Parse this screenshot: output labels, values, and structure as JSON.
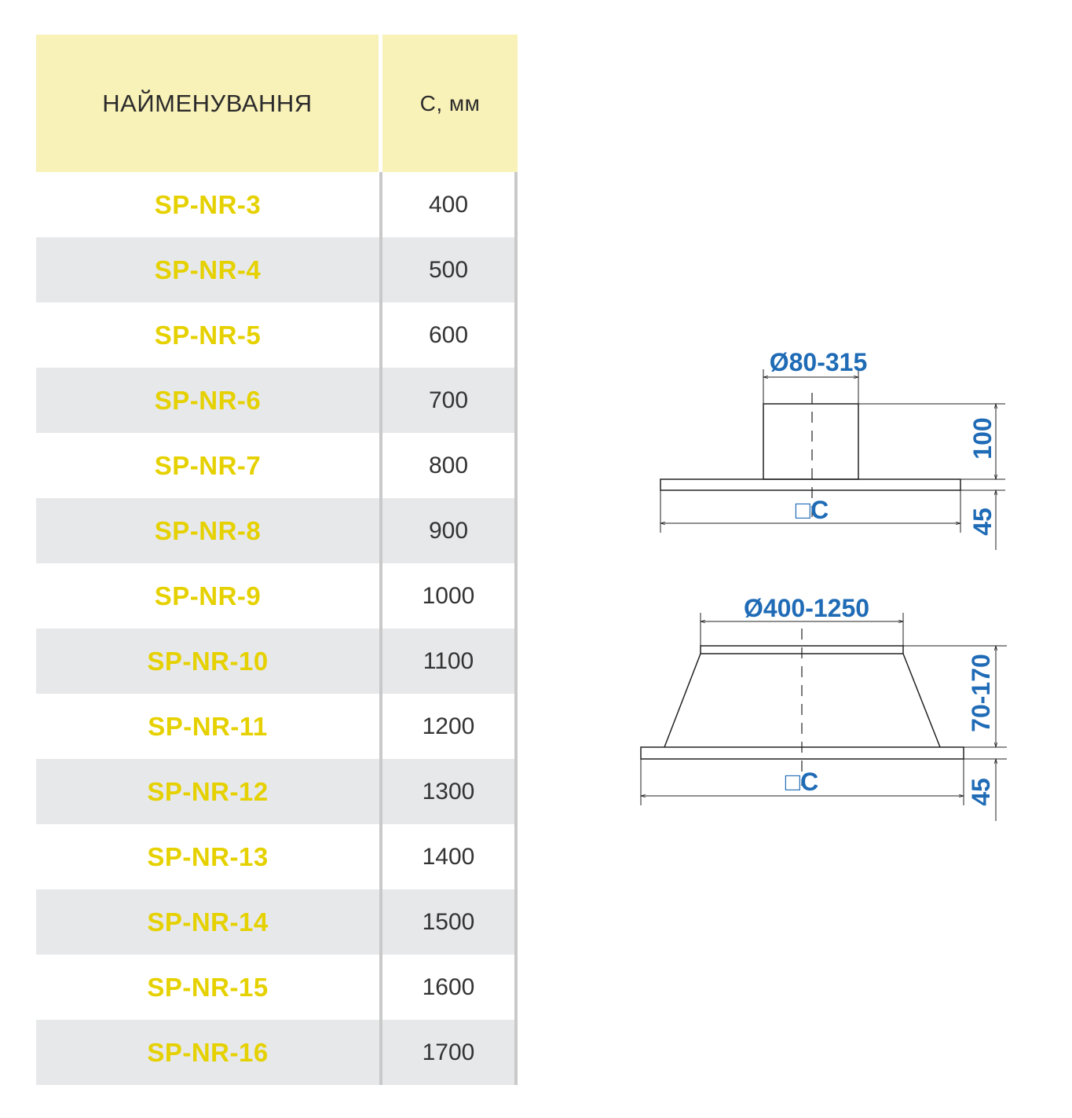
{
  "table": {
    "header": {
      "name": "НАЙМЕНУВАННЯ",
      "value": "С, мм"
    },
    "rows": [
      {
        "name": "SP-NR-3",
        "value": "400"
      },
      {
        "name": "SP-NR-4",
        "value": "500"
      },
      {
        "name": "SP-NR-5",
        "value": "600"
      },
      {
        "name": "SP-NR-6",
        "value": "700"
      },
      {
        "name": "SP-NR-7",
        "value": "800"
      },
      {
        "name": "SP-NR-8",
        "value": "900"
      },
      {
        "name": "SP-NR-9",
        "value": "1000"
      },
      {
        "name": "SP-NR-10",
        "value": "1100"
      },
      {
        "name": "SP-NR-11",
        "value": "1200"
      },
      {
        "name": "SP-NR-12",
        "value": "1300"
      },
      {
        "name": "SP-NR-13",
        "value": "1400"
      },
      {
        "name": "SP-NR-14",
        "value": "1500"
      },
      {
        "name": "SP-NR-15",
        "value": "1600"
      },
      {
        "name": "SP-NR-16",
        "value": "1700"
      }
    ]
  },
  "drawings": {
    "top": {
      "diameter": "Ø80-315",
      "height": "100",
      "base_height": "45",
      "width": "□C"
    },
    "bottom": {
      "diameter": "Ø400-1250",
      "height": "70-170",
      "base_height": "45",
      "width": "□C"
    }
  },
  "colors": {
    "header_bg": "#f8f1b8",
    "name_text": "#e6d100",
    "row_alt_bg": "#e7e8ea",
    "dimension_text": "#1f6bb6"
  }
}
